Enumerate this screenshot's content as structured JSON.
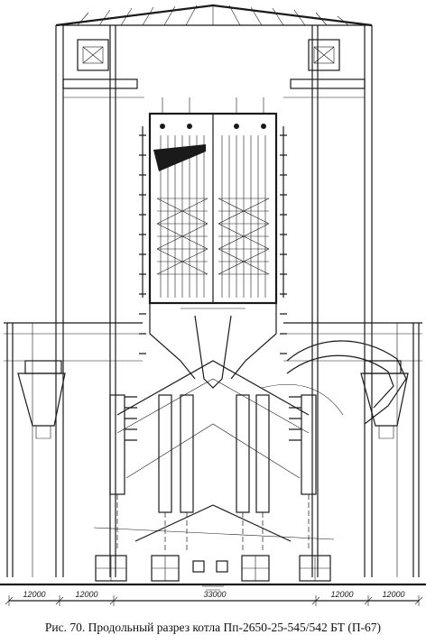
{
  "figure": {
    "caption": "Рис. 70. Продольный разрез котла Пп-2650-25-545/542 БТ (П-67)"
  },
  "dimensions": {
    "labels": [
      "12000",
      "12000",
      "33000",
      "12000",
      "12000"
    ]
  }
}
